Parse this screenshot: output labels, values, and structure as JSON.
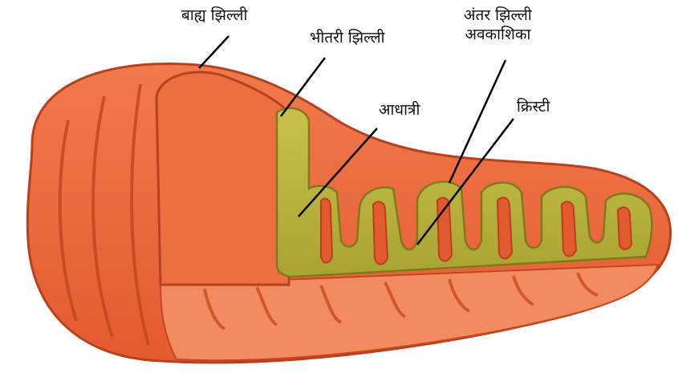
{
  "labels": {
    "outer_membrane": "बाह्य झिल्ली",
    "inner_membrane": "भीतरी झिल्ली",
    "intermembrane_line1": "अंतर झिल्ली",
    "intermembrane_line2": "अवकाशिका",
    "matrix": "आधात्री",
    "cristae": "क्रिस्टी"
  },
  "colors": {
    "outer": "#e8633a",
    "outer_dark": "#c9461f",
    "outer_light": "#f08a5e",
    "inner_matrix": "#b7b33a",
    "inner_matrix_dark": "#8e8a22",
    "leader": "#000000"
  }
}
